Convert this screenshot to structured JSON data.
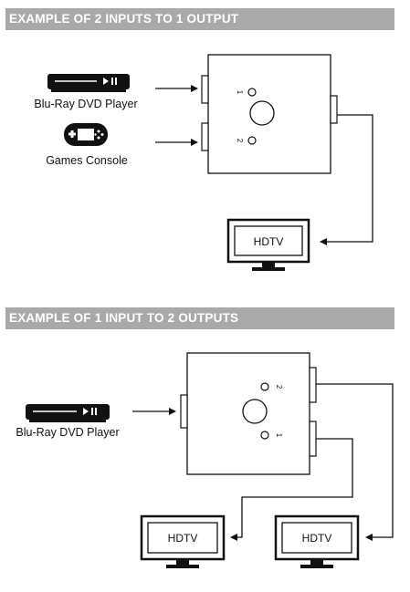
{
  "sections": [
    {
      "title": "EXAMPLE OF 2 INPUTS TO 1 OUTPUT",
      "devices": [
        "Blu-Ray DVD Player",
        "Games Console"
      ],
      "port_numbers": [
        "1",
        "2"
      ],
      "outputs": [
        "HDTV"
      ]
    },
    {
      "title": "EXAMPLE OF 1 INPUT TO 2 OUTPUTS",
      "devices": [
        "Blu-Ray DVD Player"
      ],
      "port_numbers": [
        "2",
        "1"
      ],
      "outputs": [
        "HDTV",
        "HDTV"
      ]
    }
  ],
  "colors": {
    "header_bg": "#a9a9a9",
    "header_text": "#ffffff",
    "line": "#111111"
  },
  "icons": [
    "dvd-player-icon",
    "game-controller-icon",
    "hdtv-icon",
    "arrow-icon"
  ]
}
